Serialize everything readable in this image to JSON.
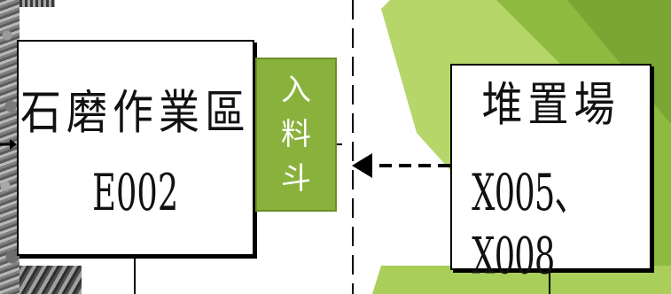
{
  "diagram": {
    "left_box": {
      "title": "石磨作業區",
      "code": "E002"
    },
    "hopper": {
      "chars": [
        "入",
        "料",
        "斗"
      ]
    },
    "right_box": {
      "title": "堆置場",
      "code": "X005、X008"
    }
  },
  "colors": {
    "hopper_green": "#89b23c",
    "decor_green": "#8dbb3f",
    "decor_light_green": "#b7d66a",
    "line": "#000000"
  }
}
